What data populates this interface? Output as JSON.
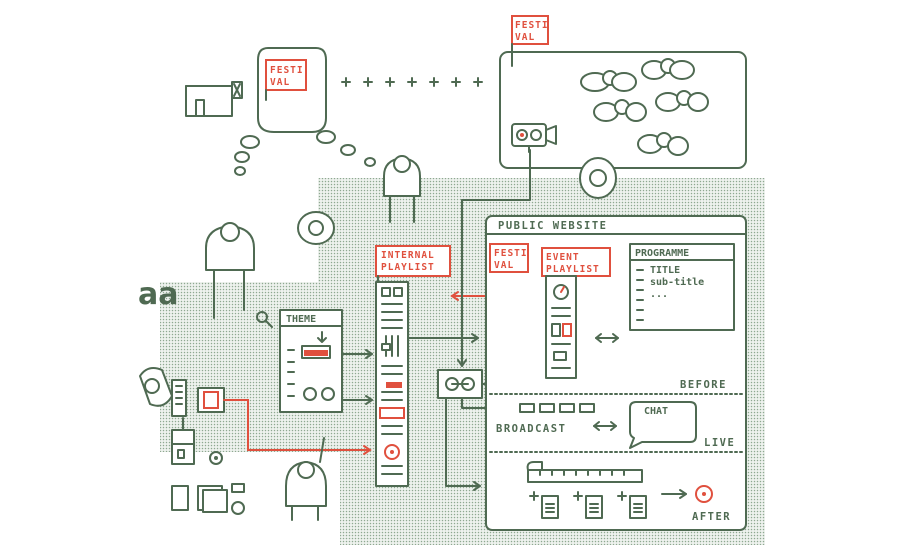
{
  "labels": {
    "festival_bubble_l1": "FESTI",
    "festival_bubble_l2": "VAL",
    "festival_stage_l1": "FESTI",
    "festival_stage_l2": "VAL",
    "public_website": "PUBLIC WEBSITE",
    "festival_web_l1": "FESTI",
    "festival_web_l2": "VAL",
    "event_playlist_l1": "EVENT",
    "event_playlist_l2": "PLAYLIST",
    "programme": "PROGRAMME",
    "programme_title": "TITLE",
    "programme_subtitle": "sub-title",
    "programme_more": "...",
    "internal_playlist_l1": "INTERNAL",
    "internal_playlist_l2": "PLAYLIST",
    "theme": "THEME",
    "logo_text": "aa",
    "before": "BEFORE",
    "broadcast": "BROADCAST",
    "chat": "CHAT",
    "live": "LIVE",
    "after": "AFTER"
  },
  "colors": {
    "line": "#4f6a52",
    "accent": "#e0503e",
    "dots": "#8fa891"
  }
}
